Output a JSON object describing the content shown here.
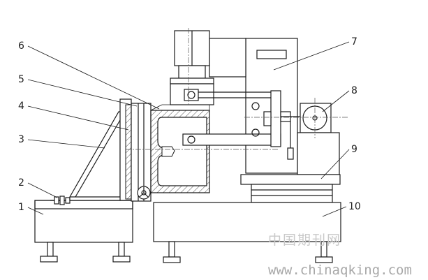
{
  "diagram": {
    "labels": [
      "1",
      "2",
      "3",
      "4",
      "5",
      "6",
      "7",
      "8",
      "9",
      "10"
    ]
  },
  "watermark": {
    "cn": "中国期刊网",
    "url": "www.chinaqking.com"
  }
}
